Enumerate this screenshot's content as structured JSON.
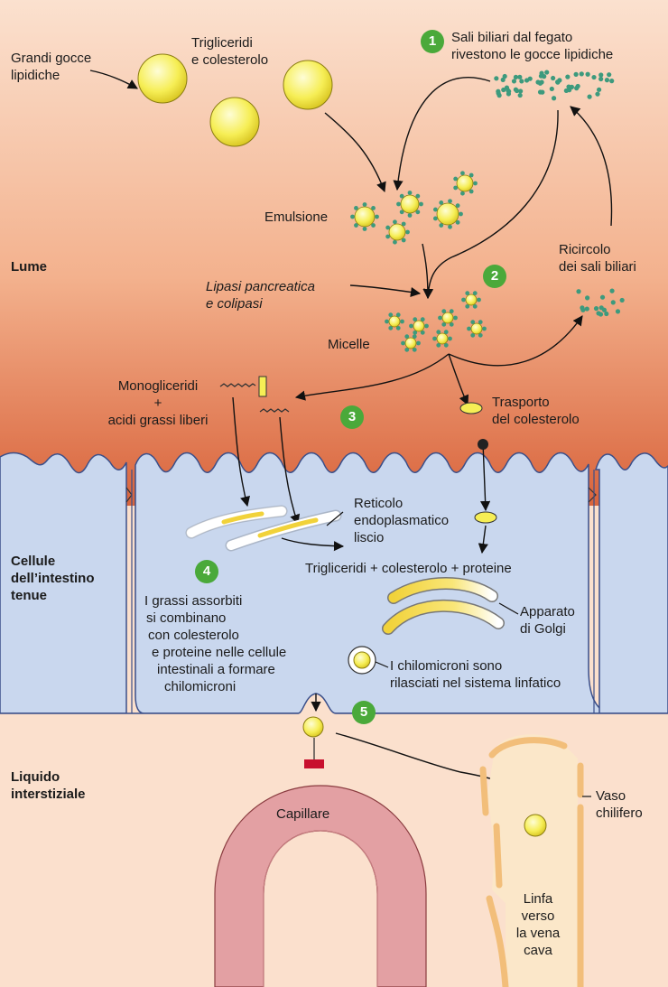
{
  "steps": [
    "1",
    "2",
    "3",
    "4",
    "5"
  ],
  "labels": {
    "grandi_gocce": [
      "Grandi gocce",
      "lipidiche"
    ],
    "trigliceridi_colesterolo": [
      "Trigliceridi",
      "e colesterolo"
    ],
    "sali_biliari": [
      "Sali biliari dal fegato",
      "rivestono le gocce lipidiche"
    ],
    "emulsione": "Emulsione",
    "lume": "Lume",
    "lipasi": [
      "Lipasi pancreatica",
      "e colipasi"
    ],
    "ricircolo": [
      "Ricircolo",
      "dei sali biliari"
    ],
    "micelle": "Micelle",
    "monogliceridi": [
      "Monogliceridi",
      "+",
      "acidi grassi liberi"
    ],
    "trasporto": [
      "Trasporto",
      "del colesterolo"
    ],
    "reticolo": [
      "Reticolo",
      "endoplasmatico",
      "liscio"
    ],
    "cellule": [
      "Cellule",
      "dell’intestino",
      "tenue"
    ],
    "tg_col_prot": "Trigliceridi + colesterolo + proteine",
    "grassi_assorbiti": [
      "I grassi assorbiti",
      "si combinano",
      "con colesterolo",
      "e proteine nelle cellule",
      "intestinali a formare",
      "chilomicroni"
    ],
    "apparato": [
      "Apparato",
      "di Golgi"
    ],
    "chilomicroni": [
      "I chilomicroni sono",
      "rilasciati nel sistema linfatico"
    ],
    "liquido": [
      "Liquido",
      "interstiziale"
    ],
    "capillare": "Capillare",
    "vaso": [
      "Vaso",
      "chilifero"
    ],
    "linfa": [
      "Linfa",
      "verso",
      "la vena",
      "cava"
    ]
  },
  "colors": {
    "lumen_top": "#fbe0cd",
    "lumen_bottom": "#d9643c",
    "cell": "#c9d7ee",
    "interstitial": "#fbe0cd",
    "lipid": "#f6ee55",
    "bile_salt": "#3d9a7d",
    "capillary": "#e3a0a3",
    "lymph_vessel": "#f2be7a",
    "badge": "#4aa93a"
  }
}
